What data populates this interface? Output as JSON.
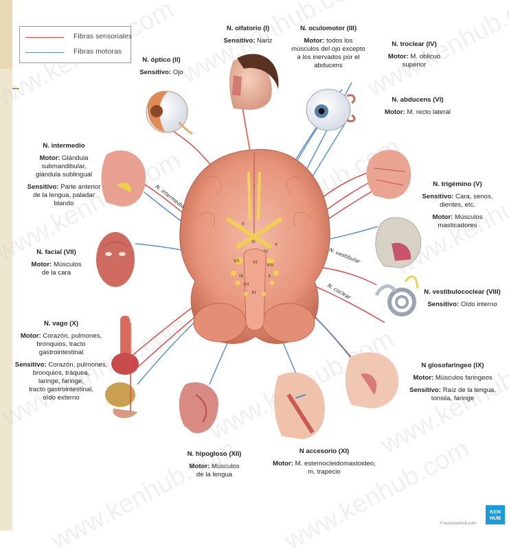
{
  "legend": {
    "sensory": {
      "label": "Fibras sensoriales",
      "color": "#d94a4a"
    },
    "motor": {
      "label": "Fibras motoras",
      "color": "#5a8fd0"
    }
  },
  "nerves": [
    {
      "id": "olfatorio",
      "name": "N. olfatorio (I)",
      "lines": [
        {
          "lead": "Sensitivo:",
          "text": " Nariz"
        }
      ]
    },
    {
      "id": "oculomotor",
      "name": "N. oculomotor (III)",
      "lines": [
        {
          "lead": "Motor:",
          "text": " todos los"
        },
        {
          "lead": "",
          "text": "músculos del ojo excepto"
        },
        {
          "lead": "",
          "text": "a los inervados por el"
        },
        {
          "lead": "",
          "text": "abducens"
        }
      ]
    },
    {
      "id": "troclear",
      "name": "N. troclear (IV)",
      "lines": [
        {
          "lead": "Motor:",
          "text": " M. oblicuo"
        },
        {
          "lead": "",
          "text": "superior"
        }
      ]
    },
    {
      "id": "optico",
      "name": "N. óptico (II)",
      "lines": [
        {
          "lead": "Sensitivo:",
          "text": " Ojo"
        }
      ]
    },
    {
      "id": "abducens",
      "name": "N. abducens (VI)",
      "lines": [
        {
          "lead": "Motor:",
          "text": " M. recto lateral"
        }
      ]
    },
    {
      "id": "intermedio",
      "name": "N. intermedio",
      "lines": [
        {
          "lead": "Motor:",
          "text": " Glándula"
        },
        {
          "lead": "",
          "text": "submandibular,"
        },
        {
          "lead": "",
          "text": "glándula sublingual"
        },
        {
          "lead": "Sensitivo:",
          "text": " Parte anterior"
        },
        {
          "lead": "",
          "text": "de la lengua, paladar"
        },
        {
          "lead": "",
          "text": "blando"
        }
      ]
    },
    {
      "id": "trigemino",
      "name": "N. trigémino (V)",
      "lines": [
        {
          "lead": "Sensitivo:",
          "text": " Cara, senos,"
        },
        {
          "lead": "",
          "text": "dientes, etc."
        },
        {
          "lead": "Motor:",
          "text": " Músculos"
        },
        {
          "lead": "",
          "text": "masticadores"
        }
      ]
    },
    {
      "id": "facial",
      "name": "N. facial (VII)",
      "lines": [
        {
          "lead": "Motor:",
          "text": " Músculos"
        },
        {
          "lead": "",
          "text": "de la cara"
        }
      ]
    },
    {
      "id": "vestibulococlear",
      "name": "N. vestibulococlear (VIII)",
      "lines": [
        {
          "lead": "Sensitivo:",
          "text": " Oído interno"
        }
      ]
    },
    {
      "id": "vago",
      "name": "N. vago (X)",
      "lines": [
        {
          "lead": "Motor:",
          "text": " Corazón, pulmones,"
        },
        {
          "lead": "",
          "text": "bronquios, tracto"
        },
        {
          "lead": "",
          "text": "gastrointestinal"
        },
        {
          "lead": "Sensitivo:",
          "text": " Corazón, pulmones,"
        },
        {
          "lead": "",
          "text": "bronquios, tráquea,"
        },
        {
          "lead": "",
          "text": "laringe, faringe,"
        },
        {
          "lead": "",
          "text": "tracto gastrointestinal,"
        },
        {
          "lead": "",
          "text": "oído externo"
        }
      ]
    },
    {
      "id": "glosofaringeo",
      "name": "N glosofaringeo (IX)",
      "lines": [
        {
          "lead": "Motor:",
          "text": " Músculos faringeos"
        },
        {
          "lead": "Sensitivo:",
          "text": " Raíz de la lengua,"
        },
        {
          "lead": "",
          "text": "tonsila, faringe"
        }
      ]
    },
    {
      "id": "hipogloso",
      "name": "N. hipogloso (XII)",
      "lines": [
        {
          "lead": "Motor:",
          "text": " Músculos"
        },
        {
          "lead": "",
          "text": "de la lengua"
        }
      ]
    },
    {
      "id": "accesorio",
      "name": "N accesorio (XI)",
      "lines": [
        {
          "lead": "Motor:",
          "text": " M. esternocleidomastoideo,"
        },
        {
          "lead": "",
          "text": "m. trapecio"
        }
      ]
    }
  ],
  "branch_labels": {
    "intermedio": "N. intermedio",
    "vestibular": "N. vestibular",
    "coclear": "N. coclear"
  },
  "roman": [
    "I",
    "II",
    "III",
    "IV",
    "V",
    "VI",
    "VII",
    "VIII",
    "IX",
    "X",
    "XI",
    "XII"
  ],
  "watermark": "www.kenhub.com",
  "logo": {
    "line1": "KEN",
    "line2": "HUB"
  },
  "credit": "© www.kenhub.com"
}
